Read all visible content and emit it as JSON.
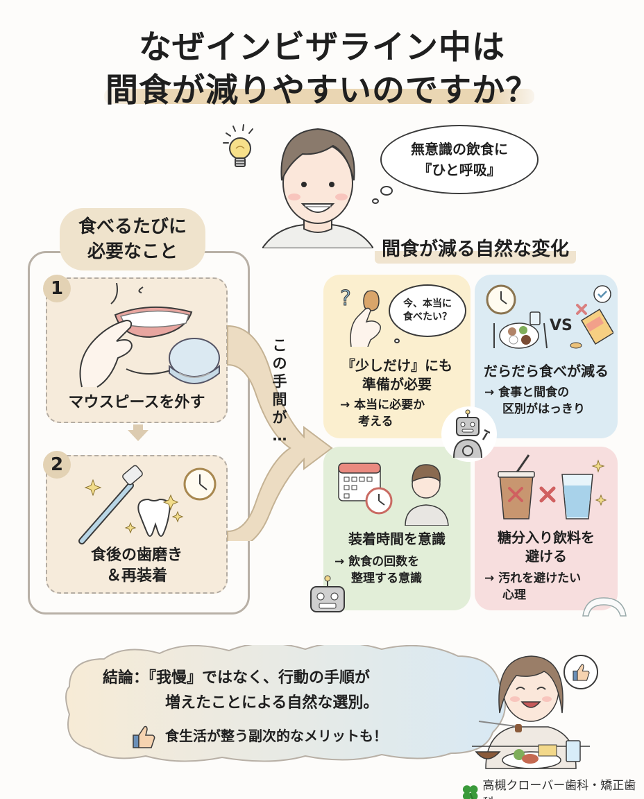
{
  "title": {
    "line1": "なぜインビザライン中は",
    "line2": "間食が減りやすいのですか？"
  },
  "hero": {
    "thought_line1": "無意識の飲食に",
    "thought_line2": "『ひと呼吸』",
    "icons": [
      "lightbulb-icon",
      "person-with-braces"
    ]
  },
  "left_panel": {
    "heading_line1": "食べるたびに",
    "heading_line2": "必要なこと",
    "steps": [
      {
        "number": "1",
        "label": "マウスピースを外す",
        "illustration": "removing-aligner"
      },
      {
        "number": "2",
        "label_line1": "食後の歯磨き",
        "label_line2": "＆再装着",
        "illustration": "toothbrush-tooth-clock"
      }
    ]
  },
  "flow": {
    "text_chars": [
      "こ",
      "の",
      "手",
      "間",
      "が",
      "…"
    ]
  },
  "right_section": {
    "heading": "間食が減る自然な変化",
    "cards": [
      {
        "speech_line1": "今、本当に",
        "speech_line2": "食べたい？",
        "title_line1": "『少しだけ』にも",
        "title_line2": "準備が必要",
        "sub_line1": "→ 本当に必要か",
        "sub_line2": "考える",
        "color": "#fbefcf"
      },
      {
        "vs_label": "VS",
        "title_line1": "だらだら食べが減る",
        "sub_line1": "→ 食事と間食の",
        "sub_line2": "区別がはっきり",
        "color": "#dcebf3"
      },
      {
        "title_line1": "装着時間を意識",
        "sub_line1": "→ 飲食の回数を",
        "sub_line2": "整理する意識",
        "color": "#e2eed8"
      },
      {
        "title_line1": "糖分入り飲料を",
        "title_line2": "避ける",
        "sub_line1": "→ 汚れを避けたい",
        "sub_line2": "心理",
        "color": "#f7dede"
      }
    ]
  },
  "conclusion": {
    "line1": "結論：『我慢』ではなく、行動の手順が",
    "line2": "増えたことによる自然な選別。",
    "benefit": "食生活が整う副次的なメリットも！"
  },
  "footer": {
    "clinic_name": "高槻クローバー歯科・矯正歯科"
  },
  "colors": {
    "accent_beige": "#efe3cc",
    "card_yellow": "#fbefcf",
    "card_blue": "#dcebf3",
    "card_green": "#e2eed8",
    "card_pink": "#f7dede",
    "clover_green": "#3a9a3a"
  }
}
